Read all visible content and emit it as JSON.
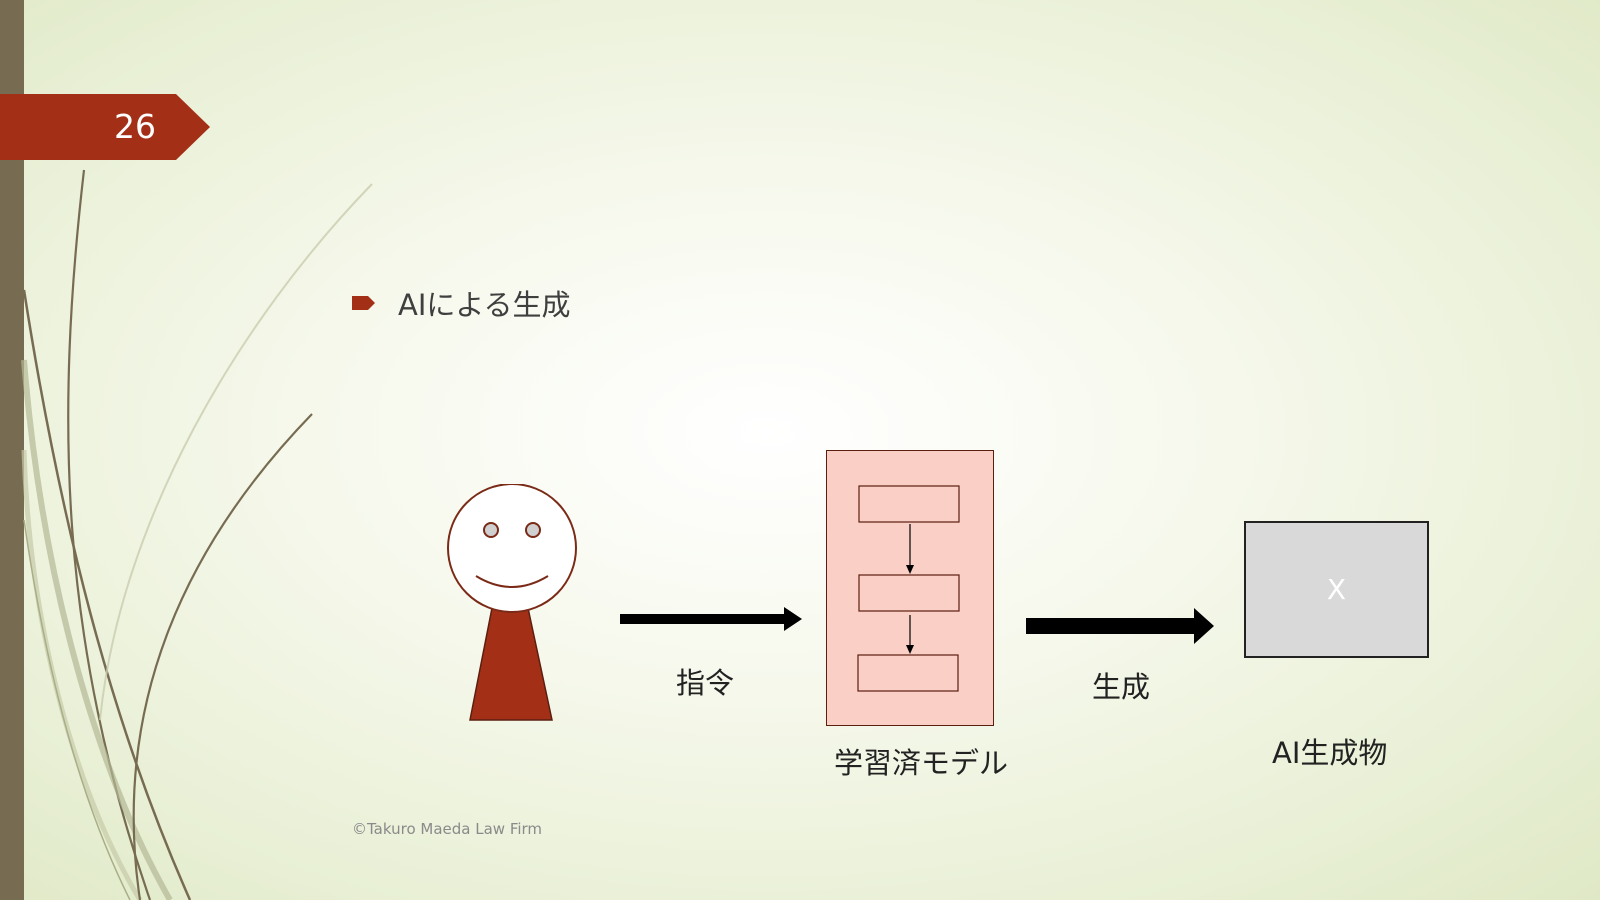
{
  "slide": {
    "number": "26",
    "bullet": "AIによる生成",
    "copyright": "©Takuro Maeda Law Firm"
  },
  "diagram": {
    "instruction_label": "指令",
    "model_label": "学習済モデル",
    "generate_label": "生成",
    "output_label": "AI生成物",
    "output_mark": "X"
  },
  "colors": {
    "accent": "#a33016",
    "model_fill": "#f9cfc6",
    "output_fill": "#d9d9d9",
    "sidebar": "#776c52"
  }
}
